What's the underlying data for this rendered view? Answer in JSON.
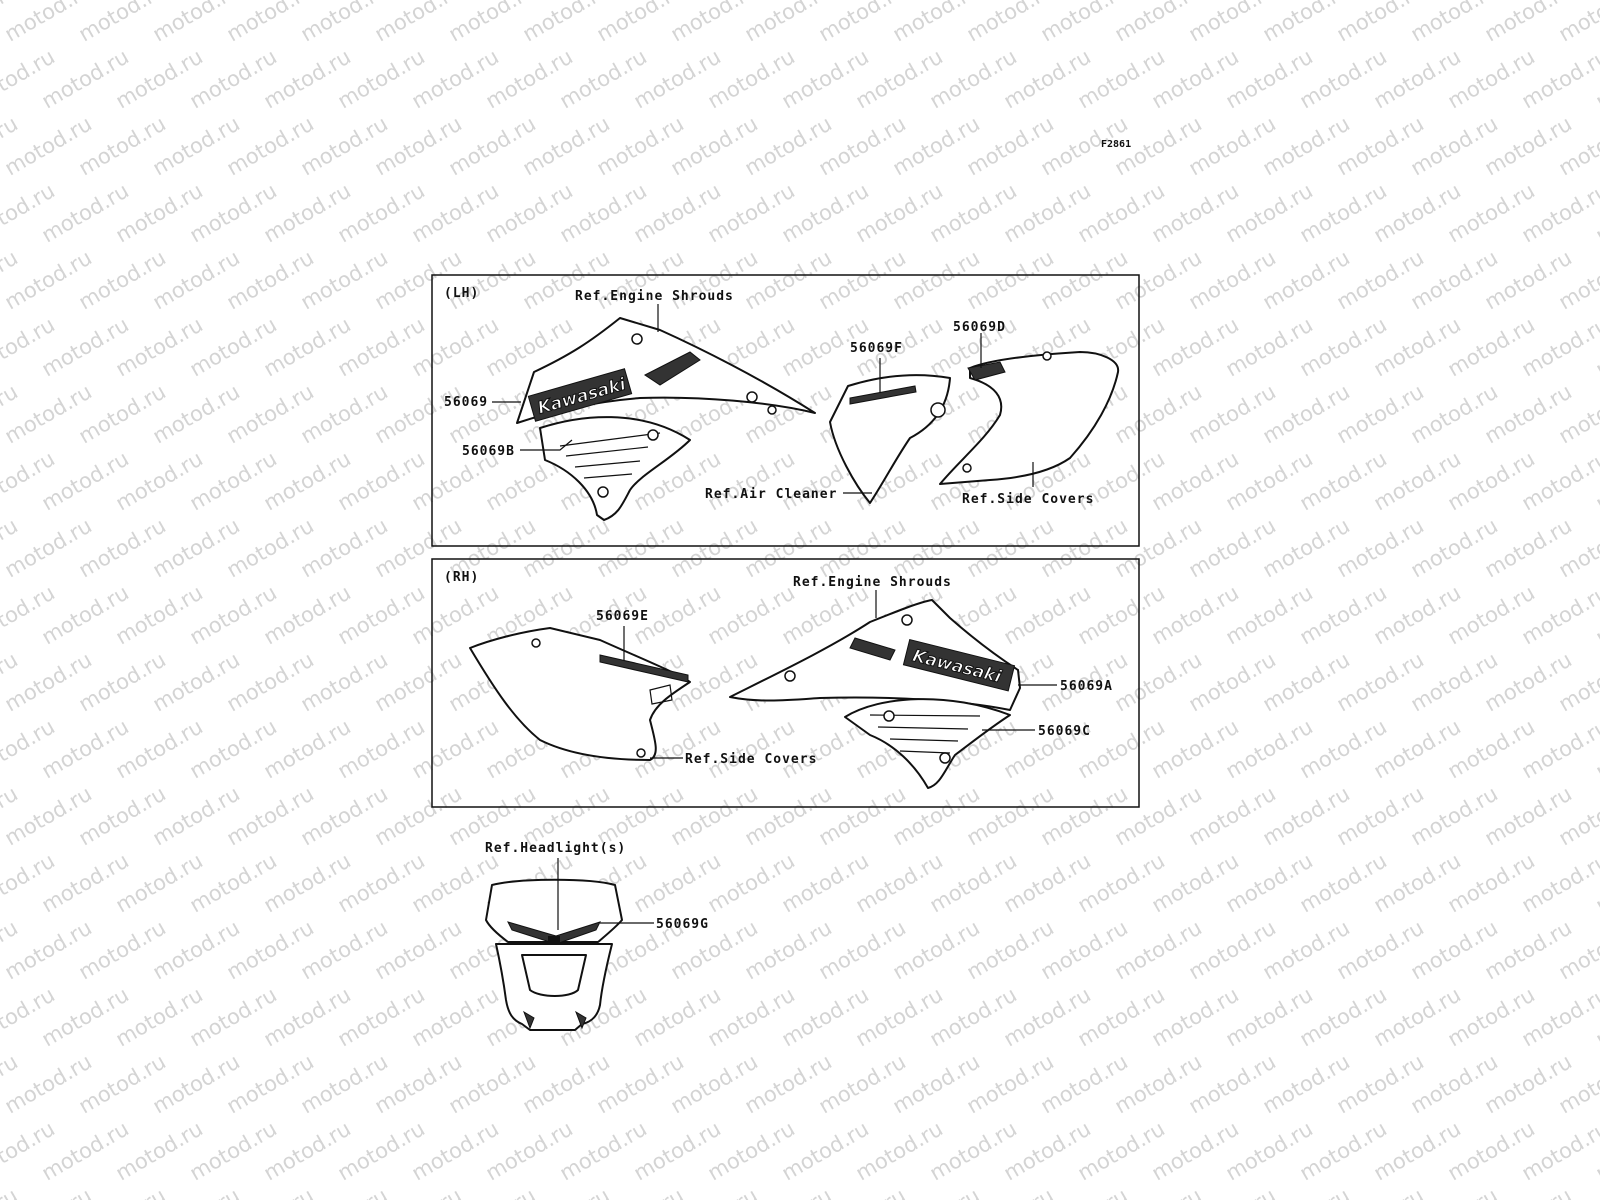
{
  "watermark": "motod.ru",
  "figure_code": "F2861",
  "panels": {
    "lh": {
      "title": "(LH)",
      "labels": {
        "ref_engine_shrouds": "Ref.Engine Shrouds",
        "ref_air_cleaner": "Ref.Air Cleaner",
        "ref_side_covers": "Ref.Side Covers",
        "part_56069": "56069",
        "part_56069b": "56069B",
        "part_56069f": "56069F",
        "part_56069d": "56069D"
      },
      "logo_text": "Kawasaki"
    },
    "rh": {
      "title": "(RH)",
      "labels": {
        "ref_engine_shrouds": "Ref.Engine Shrouds",
        "ref_side_covers": "Ref.Side Covers",
        "part_56069e": "56069E",
        "part_56069a": "56069A",
        "part_56069c": "56069C"
      },
      "logo_text": "Kawasaki"
    },
    "headlight": {
      "labels": {
        "ref_headlight": "Ref.Headlight(s)",
        "part_56069g": "56069G"
      }
    }
  }
}
